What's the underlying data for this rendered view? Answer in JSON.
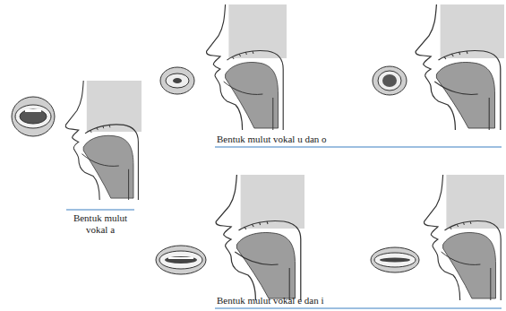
{
  "diagram": {
    "labels": [
      "Bentuk mulut vokal u dan o",
      "Bentuk mulut vokal a",
      "Bentuk mulut vokal e dan i"
    ]
  }
}
